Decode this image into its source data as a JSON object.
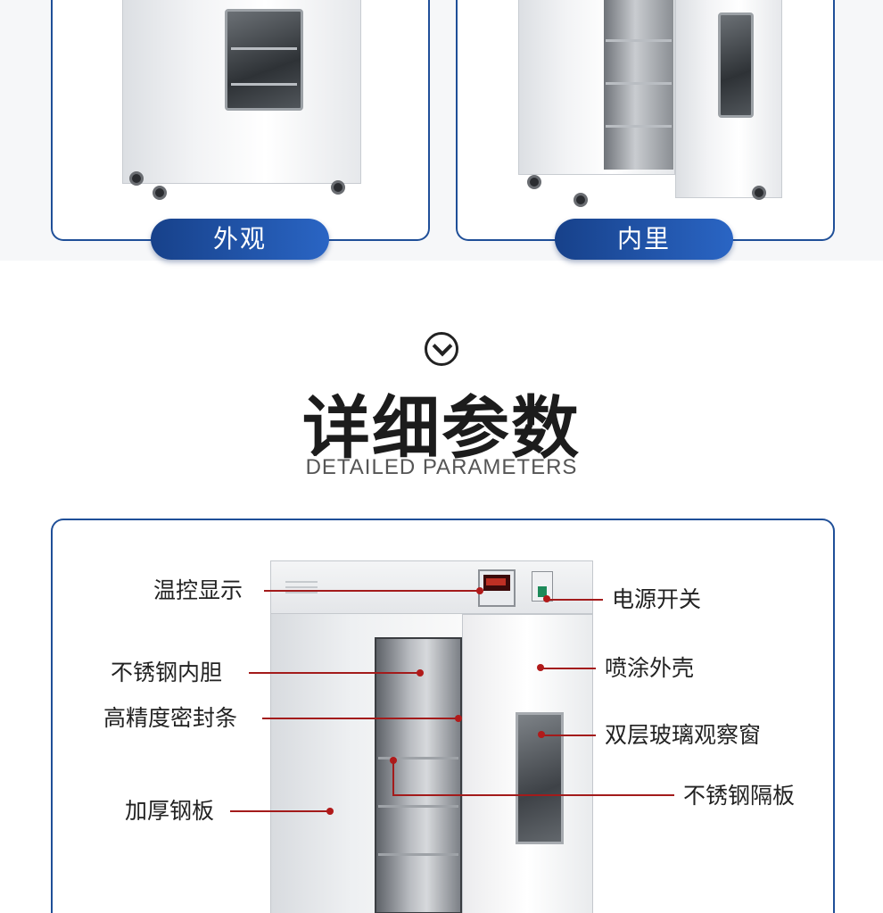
{
  "top": {
    "exterior_label": "外观",
    "interior_label": "内里"
  },
  "heading": {
    "title": "详细参数",
    "subtitle": "DETAILED PARAMETERS"
  },
  "callouts": {
    "temp_display": "温控显示",
    "power_switch": "电源开关",
    "stainless_liner": "不锈钢内胆",
    "sprayed_shell": "喷涂外壳",
    "seal_strip": "高精度密封条",
    "double_glass_window": "双层玻璃观察窗",
    "stainless_shelf": "不锈钢隔板",
    "thick_steel_plate": "加厚钢板"
  },
  "colors": {
    "brand_blue": "#1f4f98",
    "callout_red": "#a31b1b"
  }
}
